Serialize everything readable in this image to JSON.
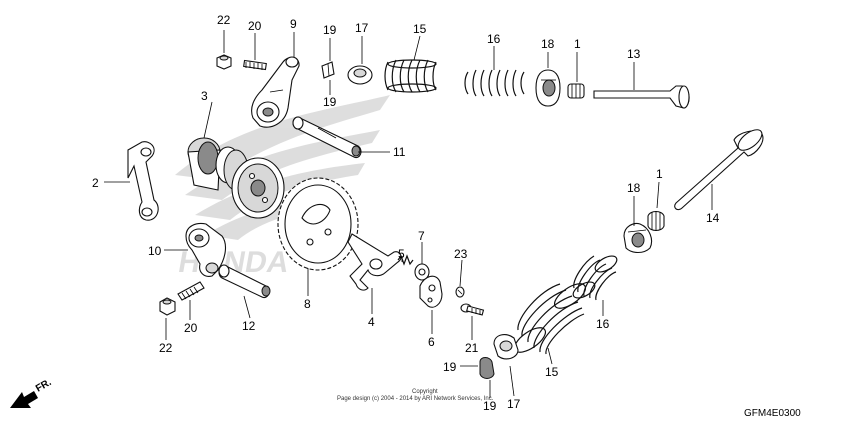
{
  "labels": {
    "l1a": "1",
    "l1b": "1",
    "l2": "2",
    "l3": "3",
    "l4": "4",
    "l5": "5",
    "l6": "6",
    "l7": "7",
    "l8": "8",
    "l9": "9",
    "l10": "10",
    "l11": "11",
    "l12": "12",
    "l13": "13",
    "l14": "14",
    "l15a": "15",
    "l15b": "15",
    "l16a": "16",
    "l16b": "16",
    "l17a": "17",
    "l17b": "17",
    "l18a": "18",
    "l18b": "18",
    "l19a": "19",
    "l19b": "19",
    "l19c": "19",
    "l19d": "19",
    "l20a": "20",
    "l20b": "20",
    "l21": "21",
    "l22a": "22",
    "l22b": "22",
    "l23": "23"
  },
  "copyright_line1": "Copyright",
  "copyright_line2": "Page design (c) 2004 - 2014 by ARI Network Services, Inc.",
  "diagram_code": "GFM4E0300",
  "front_arrow_label": "FR.",
  "watermark_text": "HONDA"
}
